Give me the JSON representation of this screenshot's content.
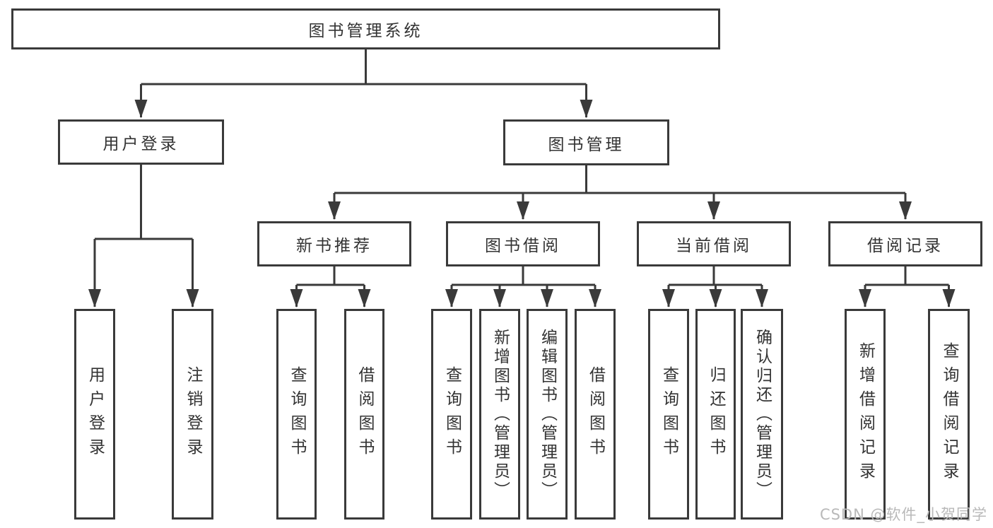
{
  "diagram": {
    "root": {
      "label": "图书管理系统"
    },
    "level2": {
      "user_login": {
        "label": "用户登录"
      },
      "book_mgmt": {
        "label": "图书管理"
      }
    },
    "level3": {
      "new_books": {
        "label": "新书推荐"
      },
      "book_borrow": {
        "label": "图书借阅"
      },
      "current_borrow": {
        "label": "当前借阅"
      },
      "borrow_records": {
        "label": "借阅记录"
      }
    },
    "leaves": {
      "user_login_1": {
        "label": "用户登录"
      },
      "user_login_2": {
        "label": "注销登录"
      },
      "new_books_1": {
        "label": "查询图书"
      },
      "new_books_2": {
        "label": "借阅图书"
      },
      "borrow_1": {
        "label": "查询图书"
      },
      "borrow_2": {
        "label": "新增图书（管理员）"
      },
      "borrow_3": {
        "label": "编辑图书（管理员）"
      },
      "borrow_4": {
        "label": "借阅图书"
      },
      "current_1": {
        "label": "查询图书"
      },
      "current_2": {
        "label": "归还图书"
      },
      "current_3": {
        "label": "确认归还（管理员）"
      },
      "records_1": {
        "label": "新增借阅记录"
      },
      "records_2": {
        "label": "查询借阅记录"
      }
    }
  },
  "watermark": {
    "text": "CSDN @软件_小贺同学"
  },
  "colors": {
    "line": "#3a3a3a",
    "text": "#333333",
    "watermark": "#b9b9b9",
    "background": "#ffffff"
  }
}
